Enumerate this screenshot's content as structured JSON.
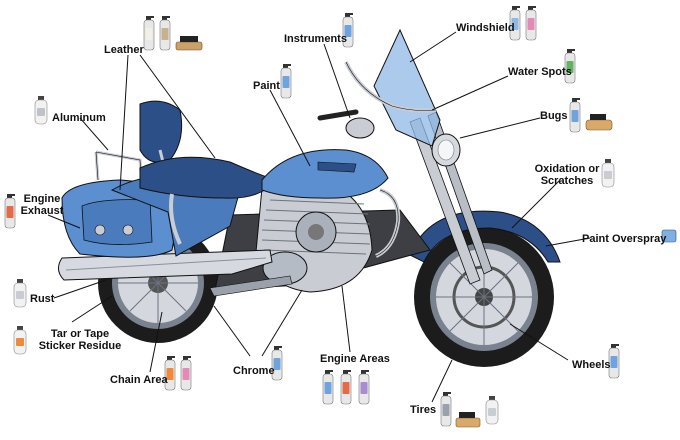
{
  "labels": {
    "leather": "Leather",
    "instruments": "Instruments",
    "windshield": "Windshield",
    "water_spots": "Water Spots",
    "paint": "Paint",
    "aluminum": "Aluminum",
    "bugs": "Bugs",
    "oxidation_line1": "Oxidation or",
    "oxidation_line2": "Scratches",
    "engine_exhaust_line1": "Engine",
    "engine_exhaust_line2": "Exhaust",
    "paint_overspray": "Paint Overspray",
    "rust": "Rust",
    "tar_line1": "Tar or Tape",
    "tar_line2": "Sticker Residue",
    "chain_area": "Chain Area",
    "chrome": "Chrome",
    "engine_areas": "Engine Areas",
    "wheels": "Wheels",
    "tires": "Tires"
  },
  "colors": {
    "body_blue": "#5b8fcf",
    "body_dark": "#2b4f86",
    "chrome": "#c9cdd3",
    "tire": "#1c1c1c",
    "windshield": "#8fb8e6",
    "leader": "#111111"
  },
  "products": {
    "leather": [
      "cream-spray-bottle",
      "tan-spray-bottle",
      "brush-icon"
    ],
    "instruments": [
      "blue-spray-bottle"
    ],
    "windshield": [
      "blue-spray-bottle",
      "pink-spray-bottle"
    ],
    "water_spots": [
      "green-spray-bottle"
    ],
    "paint": [
      "blue-spray-bottle"
    ],
    "aluminum": [
      "white-squeeze-bottle"
    ],
    "bugs": [
      "blue-spray-bottle",
      "sponge-icon"
    ],
    "oxidation": [
      "white-squeeze-bottle"
    ],
    "engine_exhaust": [
      "red-spray-bottle"
    ],
    "paint_overspray": [
      "clay-bar-icon"
    ],
    "rust": [
      "white-squeeze-bottle"
    ],
    "tar": [
      "orange-squeeze-bottle"
    ],
    "chain_area": [
      "orange-spray-bottle",
      "pink-spray-bottle"
    ],
    "chrome": [
      "blue-spray-bottle"
    ],
    "engine_areas": [
      "blue-spray-bottle",
      "red-spray-bottle",
      "purple-spray-bottle"
    ],
    "wheels": [
      "blue-spray-bottle"
    ],
    "tires": [
      "gray-spray-bottle",
      "applicator-pad-icon",
      "white-squeeze-bottle"
    ]
  }
}
